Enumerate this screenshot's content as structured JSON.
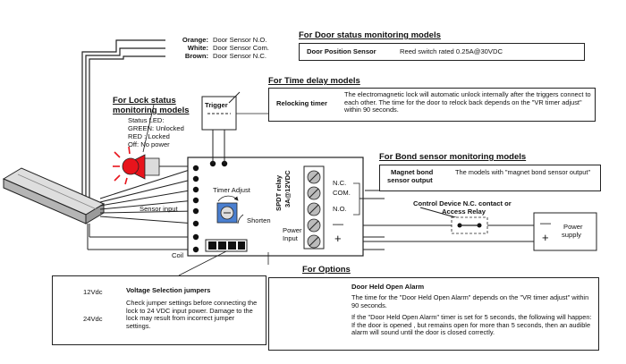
{
  "wire_colors": {
    "orange_label": "Orange:",
    "orange_desc": "Door Sensor N.O.",
    "white_label": "White:",
    "white_desc": "Door Sensor Com.",
    "brown_label": "Brown:",
    "brown_desc": "Door Sensor N.C."
  },
  "door_status": {
    "title": "For Door status monitoring models",
    "sensor_label": "Door Position Sensor",
    "sensor_spec": "Reed switch rated 0.25A@30VDC"
  },
  "time_delay": {
    "title": "For Time delay models",
    "trigger_label": "Trigger",
    "relock_label": "Relocking timer",
    "relock_desc": "The electromagnetic lock will automatic unlock internally after the triggers connect to each other.  The time for the door to relock back depends on the \"VR timer adjust\" within 90 seconds."
  },
  "lock_status": {
    "title_line1": "For Lock status",
    "title_line2": "monitoring models",
    "status_led": "Status LED:",
    "green": "GREEN: Unlocked",
    "red": "RED : Locked",
    "off": "Off: No power"
  },
  "board": {
    "timer_adjust": "Timer Adjust",
    "shorten": "Shorten",
    "relay_line1": "SPDT relay",
    "relay_line2": "3A@12VDC",
    "nc": "N.C.",
    "com": "COM.",
    "no": "N.O.",
    "power_input_line1": "Power",
    "power_input_line2": "Input",
    "minus": "—",
    "plus": "+",
    "sensor_input": "Sensor input",
    "coil": "Coil"
  },
  "bond_sensor": {
    "title": "For Bond sensor monitoring  models",
    "label_line1": "Magnet bond",
    "label_line2": "sensor output",
    "desc": "The models with \"magnet bond sensor output\""
  },
  "control_device": {
    "line1": "Control Device N.C. contact or",
    "line2": "Access Relay"
  },
  "power_supply": {
    "minus": "—",
    "plus": "+",
    "label_line1": "Power",
    "label_line2": "supply"
  },
  "voltage": {
    "label_12": "12Vdc",
    "label_24": "24Vdc",
    "title": "Voltage Selection jumpers",
    "desc": "Check jumper settings before connecting the lock to 24 VDC input power. Damage to the lock may result from incorrect jumper settings."
  },
  "options": {
    "title": "For Options",
    "alarm_title": "Door Held Open Alarm",
    "p1": "The time for the \"Door Held Open Alarm\" depends on the \"VR timer adjust\" within 90 seconds.",
    "p2": "If the \"Door Held Open Alarm\" timer is set for 5 seconds, the following will happen: If the door is opened , but remains open for more than 5 seconds, then an audible alarm will sound until the door is closed correctly."
  },
  "colors": {
    "led_red": "#e8141c",
    "line": "#222222",
    "metal": "#c9c9c9"
  }
}
